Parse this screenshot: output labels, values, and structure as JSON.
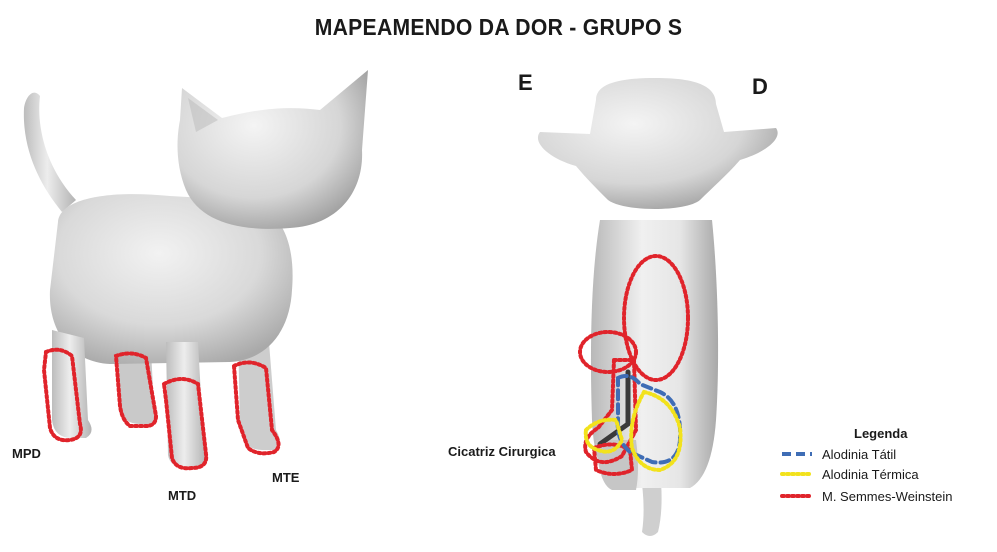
{
  "title": "MAPEAMENDO DA DOR - GRUPO S",
  "side_labels": {
    "left": "E",
    "right": "D"
  },
  "limb_labels": {
    "mpd": "MPD",
    "mtd": "MTD",
    "mte": "MTE"
  },
  "scar_label": "Cicatriz Cirurgica",
  "legend": {
    "title": "Legenda",
    "items": [
      {
        "label": "Alodinia Tátil",
        "color": "#3f6db5",
        "style": "dashed"
      },
      {
        "label": "Alodinia Térmica",
        "color": "#f2e21c",
        "style": "dotted"
      },
      {
        "label": "M. Semmes-Weinstein",
        "color": "#e0242b",
        "style": "dotted"
      }
    ]
  }
}
